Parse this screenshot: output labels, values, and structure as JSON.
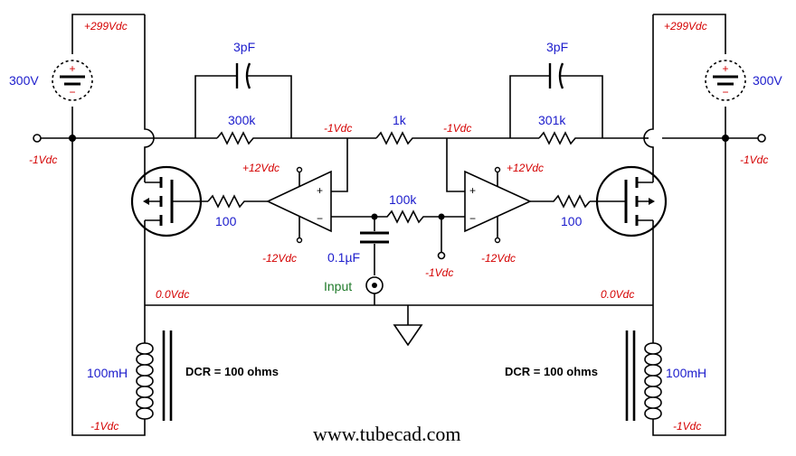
{
  "labels": {
    "supply_left": "+299Vdc",
    "supply_right": "+299Vdc",
    "battery_left": "300V",
    "battery_right": "300V",
    "cap_left": "3pF",
    "cap_right": "3pF",
    "res_feedback_left": "300k",
    "res_feedback_right": "301k",
    "res_bridge": "1k",
    "res_input": "100k",
    "res_gate_left": "100",
    "res_gate_right": "100",
    "cap_input": "0.1µF",
    "input": "Input",
    "vout_left": "-1Vdc",
    "vout_right": "-1Vdc",
    "node_mid_left": "-1Vdc",
    "node_mid_right": "-1Vdc",
    "opamp_left_pos": "+12Vdc",
    "opamp_left_neg": "-12Vdc",
    "opamp_right_pos": "+12Vdc",
    "opamp_right_neg": "-12Vdc",
    "bias_node": "-1Vdc",
    "ground_left": "0.0Vdc",
    "ground_right": "0.0Vdc",
    "inductor_left": "100mH",
    "inductor_right": "100mH",
    "dcr_left": "DCR = 100 ohms",
    "dcr_right": "DCR = 100 ohms",
    "bottom_left": "-1Vdc",
    "bottom_right": "-1Vdc",
    "plus": "+",
    "minus": "−",
    "website": "www.tubecad.com"
  },
  "colors": {
    "voltage_text": "#d40000",
    "component_text": "#1c1ccc",
    "input_text": "#1f7a2a",
    "wire": "#000000"
  }
}
